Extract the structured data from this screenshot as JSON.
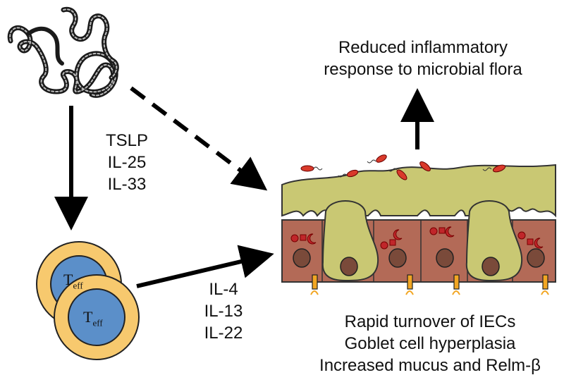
{
  "labels": {
    "outcome": [
      "Reduced inflammatory",
      "response to microbial flora"
    ],
    "alarmins": [
      "TSLP",
      "IL-25",
      "IL-33"
    ],
    "cytokines": [
      "IL-4",
      "IL-13",
      "IL-22"
    ],
    "effects": [
      "Rapid turnover of IECs",
      "Goblet cell hyperplasia",
      "Increased mucus and Relm-β"
    ],
    "teff_main": "T",
    "teff_sub": "eff"
  },
  "colors": {
    "mucus": "#c9c873",
    "epithelium": "#b36a57",
    "nucleus": "#7a4a3a",
    "goblet": "#c9c873",
    "tcell_outer": "#f7c96e",
    "tcell_inner": "#5b8fc9",
    "bacteria": "#d93a2b",
    "granule": "#c0262a",
    "receptor": "#f2a623",
    "arrow": "#000000"
  }
}
